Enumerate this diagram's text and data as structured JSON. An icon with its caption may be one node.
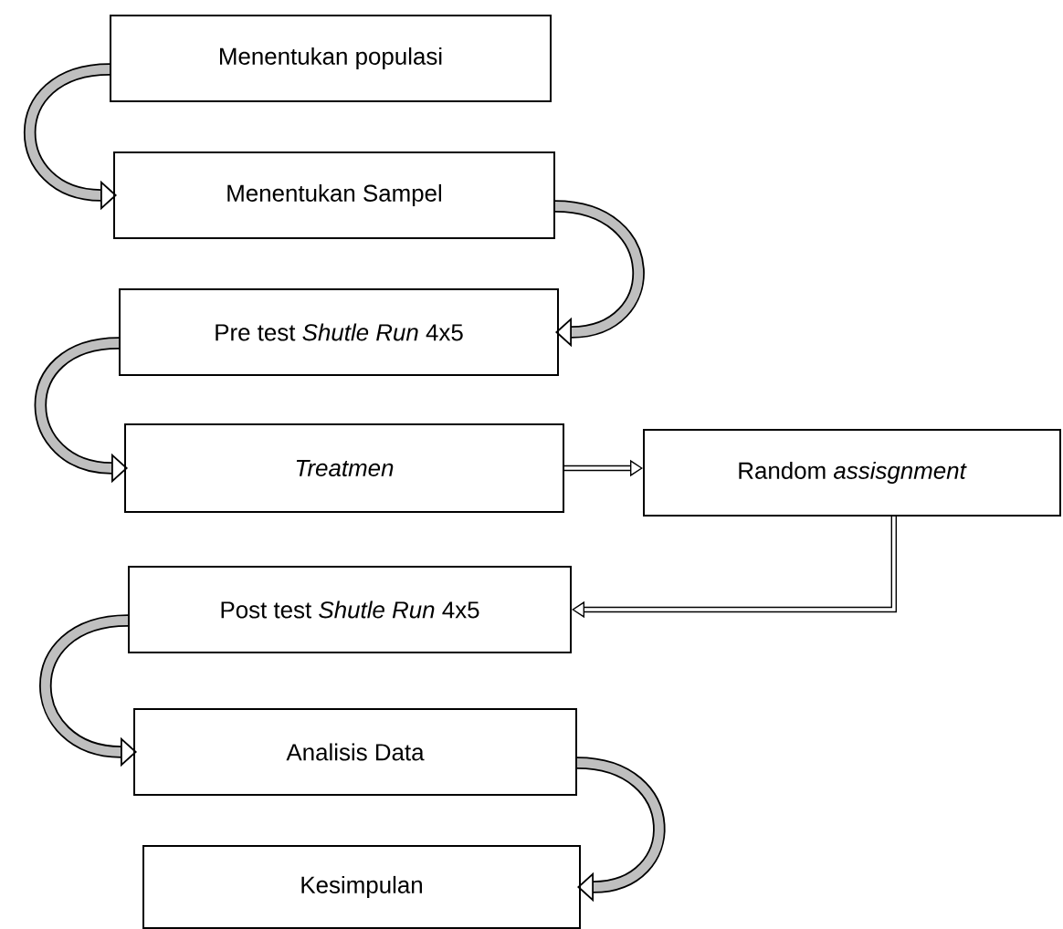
{
  "diagram": {
    "nodes": [
      {
        "text": [
          "Menentukan populasi"
        ]
      },
      {
        "text": [
          "Menentukan Sampel"
        ]
      },
      {
        "text": [
          "Pre test *Shutle Run* 4x5"
        ]
      },
      {
        "text": [
          "Treatmen"
        ]
      },
      {
        "text": [
          "Random *assisgnment*"
        ]
      },
      {
        "text": [
          "Post test *Shutle Run* 4x5"
        ]
      },
      {
        "text": [
          "Analisis Data"
        ]
      },
      {
        "text": [
          "Kesimpulan"
        ]
      }
    ],
    "edges": [
      {
        "from": 0,
        "to": 1,
        "arrow": "to"
      },
      {
        "from": 1,
        "to": 2,
        "arrow": "to"
      },
      {
        "from": 2,
        "to": 3,
        "arrow": "to"
      },
      {
        "from": 3,
        "to": 4,
        "arrow": "to"
      },
      {
        "from": 4,
        "to": 5,
        "arrow": "to"
      },
      {
        "from": 5,
        "to": 6,
        "arrow": "to"
      },
      {
        "from": 6,
        "to": 7,
        "arrow": "to"
      }
    ]
  }
}
